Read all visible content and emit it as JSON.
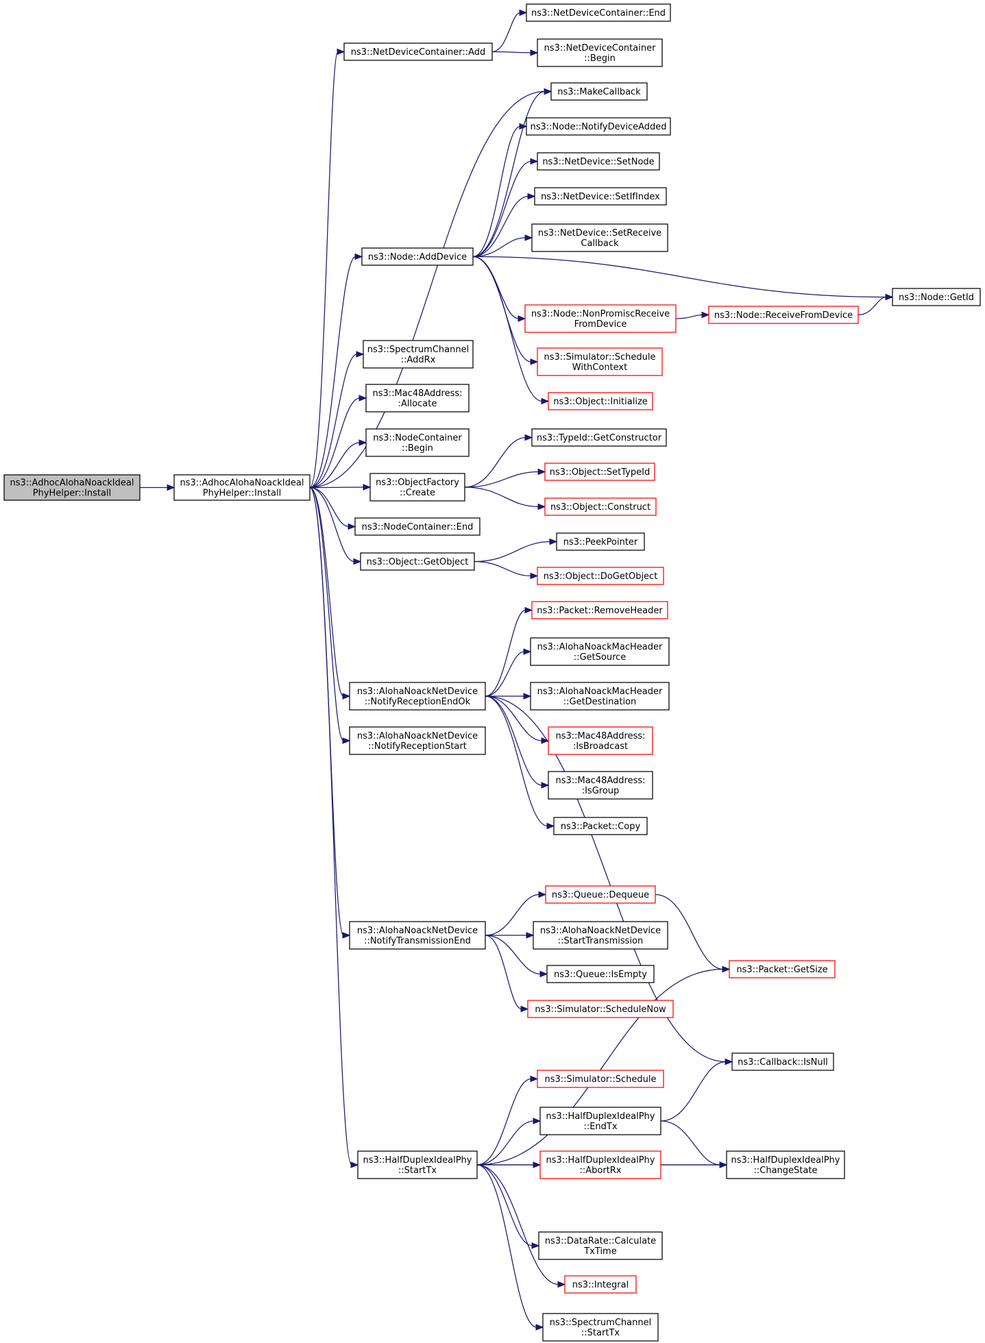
{
  "colors": {
    "edge": "#191970",
    "normal_border": "#000000",
    "truncated_border": "#ff0000",
    "root_fill": "#bfbfbf",
    "node_fill": "#ffffff"
  },
  "nodes": [
    {
      "id": "n0",
      "lines": [
        "ns3::AdhocAlohaNoackIdeal",
        "PhyHelper::Install"
      ],
      "style": "root"
    },
    {
      "id": "n1",
      "lines": [
        "ns3::AdhocAlohaNoackIdeal",
        "PhyHelper::Install"
      ],
      "style": "normal"
    },
    {
      "id": "n2",
      "lines": [
        "ns3::NetDeviceContainer::Add"
      ],
      "style": "normal"
    },
    {
      "id": "n3",
      "lines": [
        "ns3::NetDeviceContainer::End"
      ],
      "style": "normal"
    },
    {
      "id": "n4",
      "lines": [
        "ns3::NetDeviceContainer",
        "::Begin"
      ],
      "style": "normal"
    },
    {
      "id": "n5",
      "lines": [
        "ns3::MakeCallback"
      ],
      "style": "normal"
    },
    {
      "id": "n6",
      "lines": [
        "ns3::Node::AddDevice"
      ],
      "style": "normal"
    },
    {
      "id": "n7",
      "lines": [
        "ns3::Node::NotifyDeviceAdded"
      ],
      "style": "normal"
    },
    {
      "id": "n8",
      "lines": [
        "ns3::NetDevice::SetNode"
      ],
      "style": "normal"
    },
    {
      "id": "n9",
      "lines": [
        "ns3::NetDevice::SetIfIndex"
      ],
      "style": "normal"
    },
    {
      "id": "n10",
      "lines": [
        "ns3::NetDevice::SetReceive",
        "Callback"
      ],
      "style": "normal"
    },
    {
      "id": "n11",
      "lines": [
        "ns3::Node::GetId"
      ],
      "style": "normal"
    },
    {
      "id": "n12",
      "lines": [
        "ns3::Node::NonPromiscReceive",
        "FromDevice"
      ],
      "style": "truncated"
    },
    {
      "id": "n13",
      "lines": [
        "ns3::Node::ReceiveFromDevice"
      ],
      "style": "truncated"
    },
    {
      "id": "n14",
      "lines": [
        "ns3::Simulator::Schedule",
        "WithContext"
      ],
      "style": "truncated"
    },
    {
      "id": "n15",
      "lines": [
        "ns3::Object::Initialize"
      ],
      "style": "truncated"
    },
    {
      "id": "n16",
      "lines": [
        "ns3::SpectrumChannel",
        "::AddRx"
      ],
      "style": "normal"
    },
    {
      "id": "n17",
      "lines": [
        "ns3::Mac48Address:",
        ":Allocate"
      ],
      "style": "normal"
    },
    {
      "id": "n18",
      "lines": [
        "ns3::NodeContainer",
        "::Begin"
      ],
      "style": "normal"
    },
    {
      "id": "n19",
      "lines": [
        "ns3::ObjectFactory",
        "::Create"
      ],
      "style": "normal"
    },
    {
      "id": "n20",
      "lines": [
        "ns3::TypeId::GetConstructor"
      ],
      "style": "normal"
    },
    {
      "id": "n21",
      "lines": [
        "ns3::Object::SetTypeId"
      ],
      "style": "truncated"
    },
    {
      "id": "n22",
      "lines": [
        "ns3::Object::Construct"
      ],
      "style": "truncated"
    },
    {
      "id": "n23",
      "lines": [
        "ns3::NodeContainer::End"
      ],
      "style": "normal"
    },
    {
      "id": "n24",
      "lines": [
        "ns3::Object::GetObject"
      ],
      "style": "normal"
    },
    {
      "id": "n25",
      "lines": [
        "ns3::PeekPointer"
      ],
      "style": "normal"
    },
    {
      "id": "n26",
      "lines": [
        "ns3::Object::DoGetObject"
      ],
      "style": "truncated"
    },
    {
      "id": "n27",
      "lines": [
        "ns3::AlohaNoackNetDevice",
        "::NotifyReceptionEndOk"
      ],
      "style": "normal"
    },
    {
      "id": "n28",
      "lines": [
        "ns3::Packet::RemoveHeader"
      ],
      "style": "truncated"
    },
    {
      "id": "n29",
      "lines": [
        "ns3::AlohaNoackMacHeader",
        "::GetSource"
      ],
      "style": "normal"
    },
    {
      "id": "n30",
      "lines": [
        "ns3::AlohaNoackMacHeader",
        "::GetDestination"
      ],
      "style": "normal"
    },
    {
      "id": "n31",
      "lines": [
        "ns3::Mac48Address:",
        ":IsBroadcast"
      ],
      "style": "truncated"
    },
    {
      "id": "n32",
      "lines": [
        "ns3::Mac48Address:",
        ":IsGroup"
      ],
      "style": "normal"
    },
    {
      "id": "n33",
      "lines": [
        "ns3::Packet::Copy"
      ],
      "style": "normal"
    },
    {
      "id": "n34",
      "lines": [
        "ns3::Callback::IsNull"
      ],
      "style": "normal"
    },
    {
      "id": "n35",
      "lines": [
        "ns3::AlohaNoackNetDevice",
        "::NotifyReceptionStart"
      ],
      "style": "normal"
    },
    {
      "id": "n36",
      "lines": [
        "ns3::AlohaNoackNetDevice",
        "::NotifyTransmissionEnd"
      ],
      "style": "normal"
    },
    {
      "id": "n37",
      "lines": [
        "ns3::Queue::Dequeue"
      ],
      "style": "truncated"
    },
    {
      "id": "n38",
      "lines": [
        "ns3::Packet::GetSize"
      ],
      "style": "truncated"
    },
    {
      "id": "n39",
      "lines": [
        "ns3::AlohaNoackNetDevice",
        "::StartTransmission"
      ],
      "style": "normal"
    },
    {
      "id": "n40",
      "lines": [
        "ns3::Queue::IsEmpty"
      ],
      "style": "normal"
    },
    {
      "id": "n41",
      "lines": [
        "ns3::Simulator::ScheduleNow"
      ],
      "style": "truncated"
    },
    {
      "id": "n42",
      "lines": [
        "ns3::HalfDuplexIdealPhy",
        "::StartTx"
      ],
      "style": "normal"
    },
    {
      "id": "n43",
      "lines": [
        "ns3::Simulator::Schedule"
      ],
      "style": "truncated"
    },
    {
      "id": "n44",
      "lines": [
        "ns3::HalfDuplexIdealPhy",
        "::EndTx"
      ],
      "style": "normal"
    },
    {
      "id": "n45",
      "lines": [
        "ns3::HalfDuplexIdealPhy",
        "::AbortRx"
      ],
      "style": "truncated"
    },
    {
      "id": "n46",
      "lines": [
        "ns3::HalfDuplexIdealPhy",
        "::ChangeState"
      ],
      "style": "normal"
    },
    {
      "id": "n47",
      "lines": [
        "ns3::DataRate::Calculate",
        "TxTime"
      ],
      "style": "normal"
    },
    {
      "id": "n48",
      "lines": [
        "ns3::Integral"
      ],
      "style": "truncated"
    },
    {
      "id": "n49",
      "lines": [
        "ns3::SpectrumChannel",
        "::StartTx"
      ],
      "style": "normal"
    }
  ],
  "edges": [
    [
      "n0",
      "n1"
    ],
    [
      "n1",
      "n2"
    ],
    [
      "n2",
      "n3"
    ],
    [
      "n2",
      "n4"
    ],
    [
      "n1",
      "n5"
    ],
    [
      "n1",
      "n6"
    ],
    [
      "n6",
      "n5"
    ],
    [
      "n6",
      "n7"
    ],
    [
      "n6",
      "n8"
    ],
    [
      "n6",
      "n9"
    ],
    [
      "n6",
      "n10"
    ],
    [
      "n6",
      "n11"
    ],
    [
      "n6",
      "n12"
    ],
    [
      "n12",
      "n13"
    ],
    [
      "n13",
      "n11"
    ],
    [
      "n6",
      "n14"
    ],
    [
      "n6",
      "n15"
    ],
    [
      "n1",
      "n16"
    ],
    [
      "n1",
      "n17"
    ],
    [
      "n1",
      "n18"
    ],
    [
      "n1",
      "n19"
    ],
    [
      "n19",
      "n20"
    ],
    [
      "n19",
      "n21"
    ],
    [
      "n19",
      "n22"
    ],
    [
      "n1",
      "n23"
    ],
    [
      "n1",
      "n24"
    ],
    [
      "n24",
      "n25"
    ],
    [
      "n24",
      "n26"
    ],
    [
      "n1",
      "n27"
    ],
    [
      "n27",
      "n28"
    ],
    [
      "n27",
      "n29"
    ],
    [
      "n27",
      "n30"
    ],
    [
      "n27",
      "n31"
    ],
    [
      "n27",
      "n32"
    ],
    [
      "n27",
      "n33"
    ],
    [
      "n27",
      "n34"
    ],
    [
      "n1",
      "n35"
    ],
    [
      "n1",
      "n36"
    ],
    [
      "n36",
      "n37"
    ],
    [
      "n37",
      "n38"
    ],
    [
      "n36",
      "n39"
    ],
    [
      "n36",
      "n40"
    ],
    [
      "n36",
      "n41"
    ],
    [
      "n1",
      "n42"
    ],
    [
      "n42",
      "n38"
    ],
    [
      "n42",
      "n43"
    ],
    [
      "n42",
      "n44"
    ],
    [
      "n44",
      "n34"
    ],
    [
      "n44",
      "n46"
    ],
    [
      "n42",
      "n45"
    ],
    [
      "n45",
      "n46"
    ],
    [
      "n42",
      "n46"
    ],
    [
      "n42",
      "n47"
    ],
    [
      "n42",
      "n48"
    ],
    [
      "n42",
      "n49"
    ]
  ]
}
